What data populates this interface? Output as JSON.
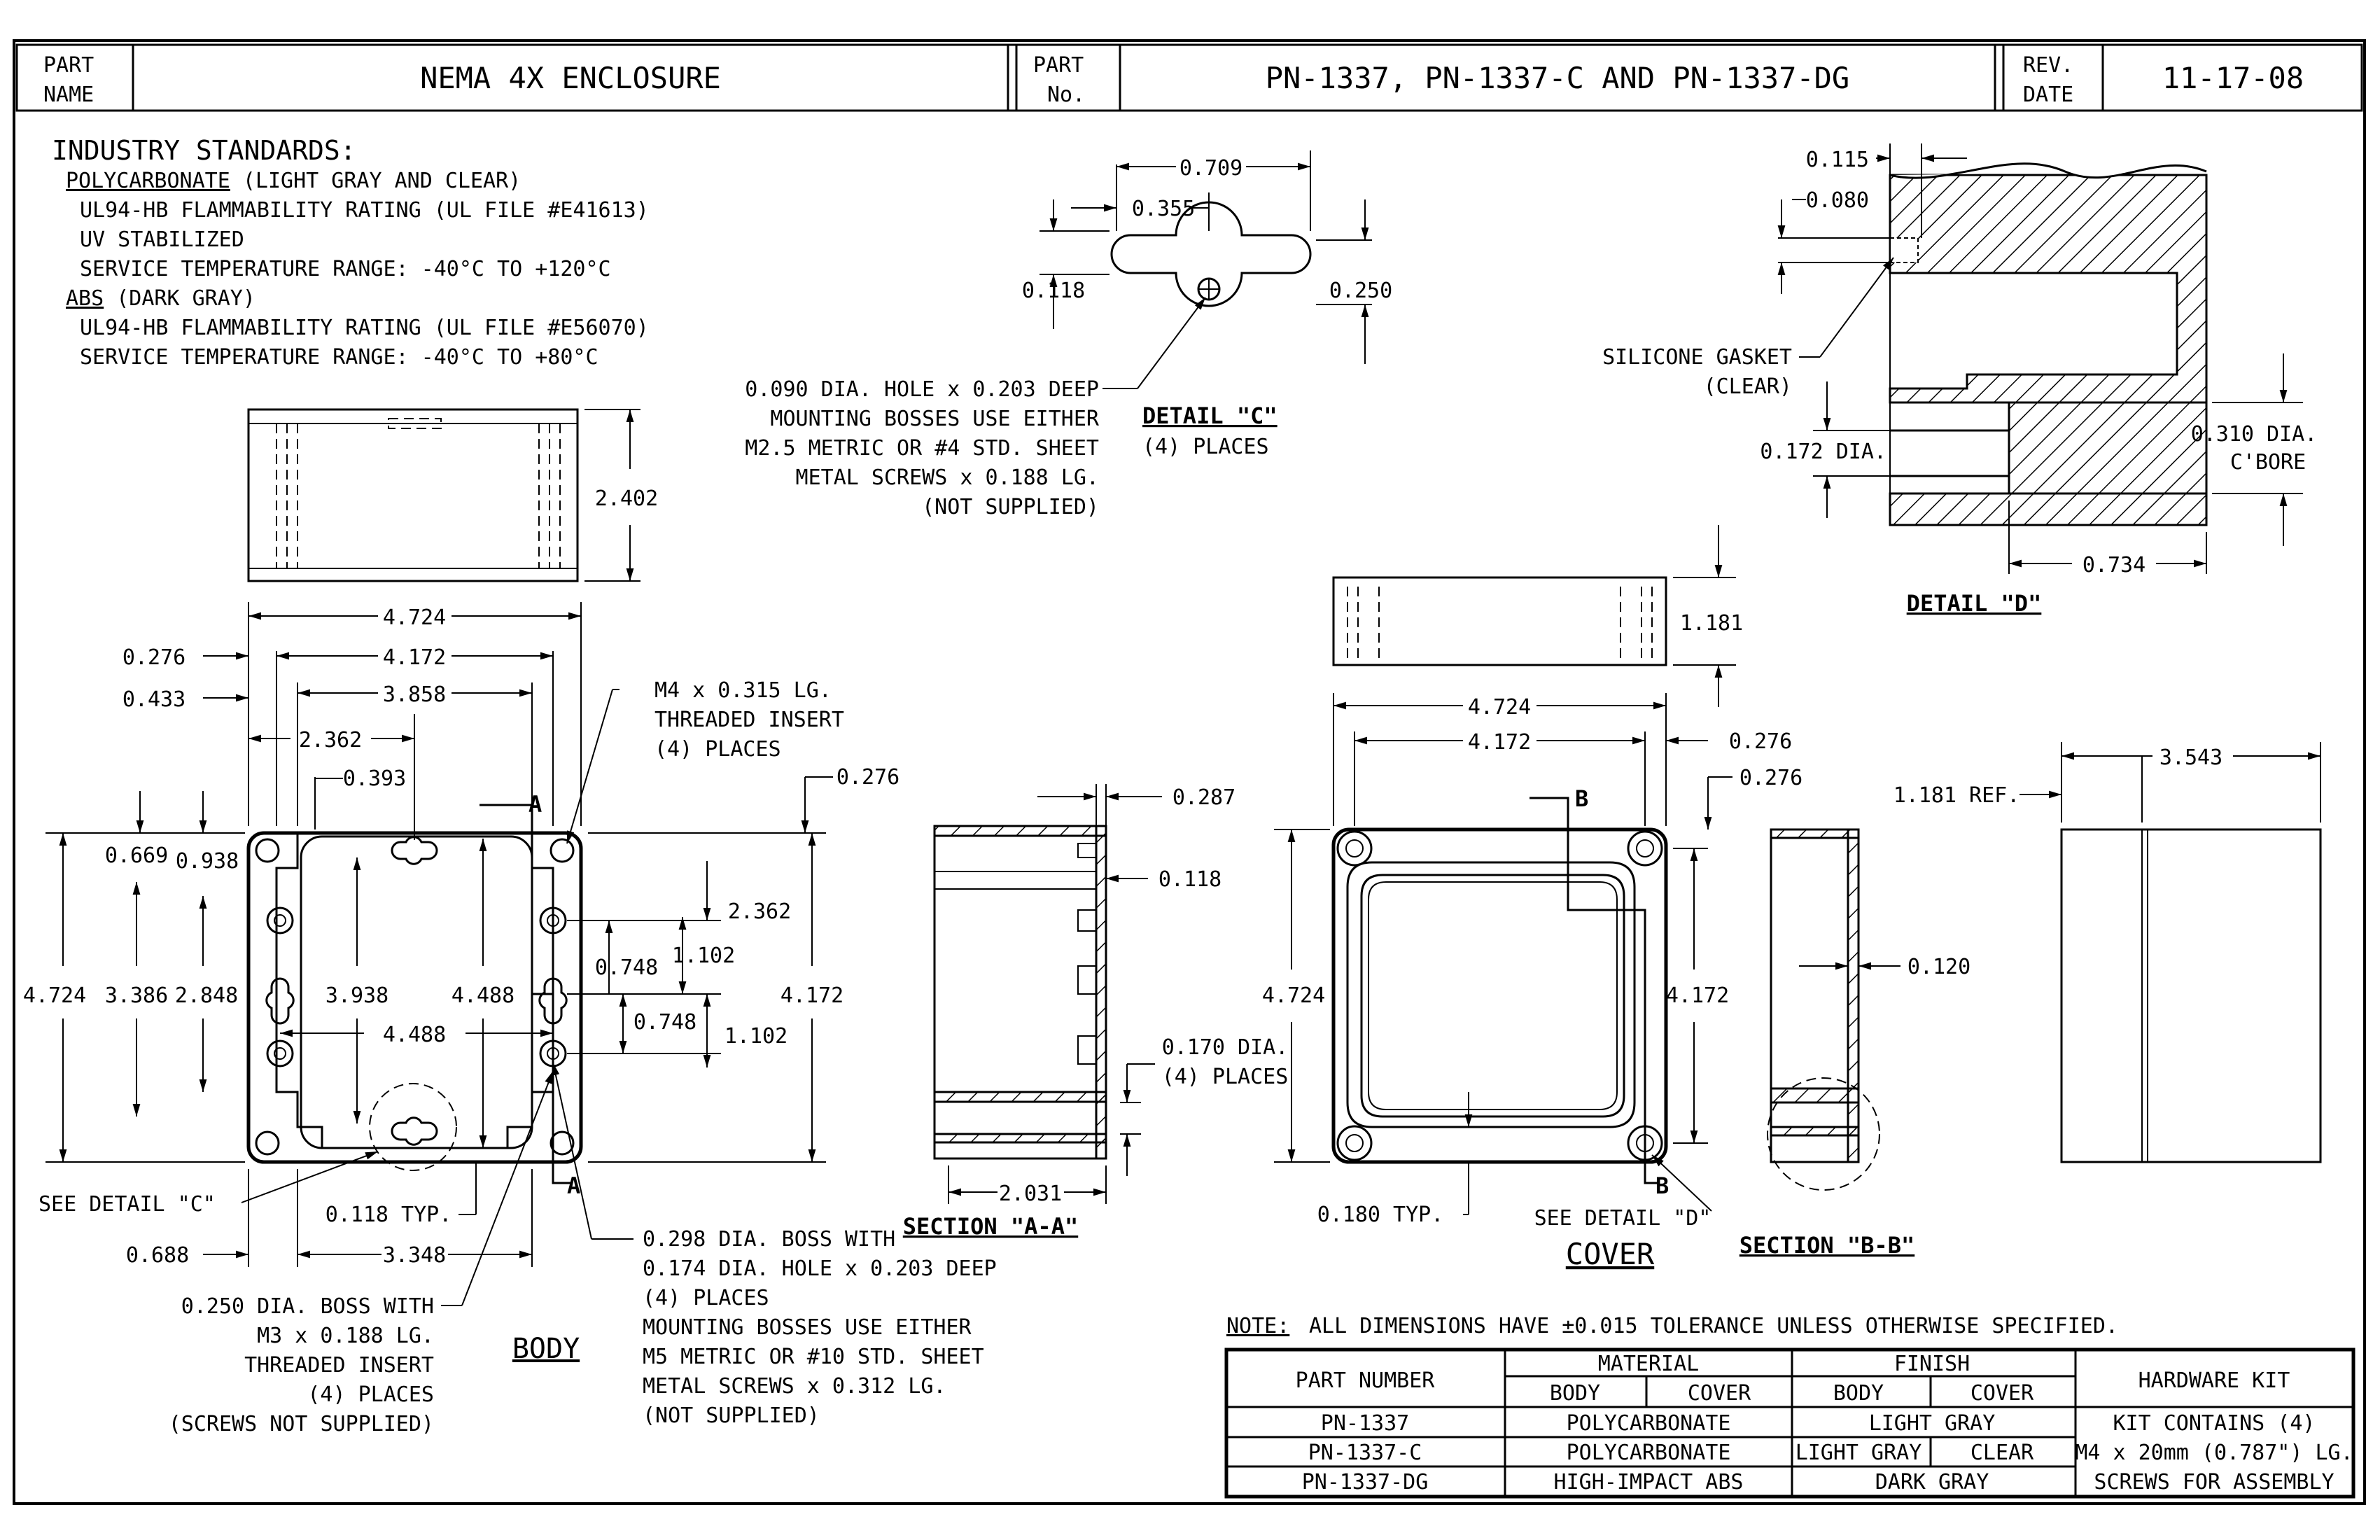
{
  "title_block": {
    "part_name_label": "PART NAME",
    "part_name_label_line1": "PART",
    "part_name_label_line2": "NAME",
    "part_name": "NEMA 4X ENCLOSURE",
    "part_no_label_line1": "PART",
    "part_no_label_line2": "No.",
    "part_no": "PN-1337, PN-1337-C AND PN-1337-DG",
    "rev_label_line1": "REV.",
    "rev_label_line2": "DATE",
    "rev_date": "11-17-08"
  },
  "standards": {
    "heading": "INDUSTRY STANDARDS:",
    "pc_title": "POLYCARBONATE",
    "pc_title_rest": " (LIGHT GRAY AND CLEAR)",
    "pc_lines": [
      "UL94-HB FLAMMABILITY RATING (UL FILE #E41613)",
      "UV STABILIZED",
      "SERVICE TEMPERATURE RANGE:  -40°C TO +120°C"
    ],
    "abs_title": "ABS",
    "abs_title_rest": " (DARK GRAY)",
    "abs_lines": [
      "UL94-HB FLAMMABILITY RATING (UL FILE #E56070)",
      "SERVICE TEMPERATURE RANGE:  -40°C TO +80°C"
    ]
  },
  "detail_c": {
    "title": "DETAIL \"C\"",
    "subtitle": "(4) PLACES",
    "dims": {
      "width": "0.709",
      "half": "0.355",
      "height": "0.118",
      "boss": "0.250"
    },
    "note": [
      "0.090 DIA. HOLE x 0.203 DEEP",
      "MOUNTING BOSSES USE EITHER",
      "M2.5 METRIC OR #4 STD. SHEET",
      "METAL SCREWS x 0.188 LG.",
      "(NOT SUPPLIED)"
    ]
  },
  "detail_d": {
    "title": "DETAIL \"D\"",
    "dims": {
      "a": "0.115",
      "b": "0.080",
      "hole": "0.172 DIA.",
      "cbore_1": "0.310 DIA.",
      "cbore_2": "C'BORE",
      "depth": "0.734"
    },
    "gasket_1": "SILICONE GASKET",
    "gasket_2": "(CLEAR)"
  },
  "body": {
    "label": "BODY",
    "height": "2.402",
    "dims": {
      "w1": "4.724",
      "w2": "4.172",
      "w3": "3.858",
      "w4": "2.362",
      "w5": "0.393",
      "l1": "0.276",
      "l2": "0.433",
      "v1": "4.724",
      "v2": "3.386",
      "v3": "2.848",
      "v4": "3.938",
      "v5": "4.488",
      "v6": "0.669",
      "v7": "0.938",
      "r1": "2.362",
      "r2": "0.748",
      "r3": "1.102",
      "r4": "0.748",
      "r5": "1.102",
      "r6": "4.172",
      "r7": "0.276",
      "mid": "4.488",
      "bot1": "0.688",
      "bot2": "3.348",
      "bot3": "0.118 TYP."
    },
    "insert_note": [
      "M4 x 0.315 LG.",
      "THREADED INSERT",
      "(4) PLACES"
    ],
    "see_detail_c": "SEE DETAIL \"C\"",
    "section_mark": "A",
    "boss_note_1": [
      "0.298 DIA. BOSS WITH",
      "0.174 DIA. HOLE x 0.203 DEEP",
      "(4) PLACES",
      "MOUNTING BOSSES USE EITHER",
      "M5 METRIC OR #10 STD. SHEET",
      "METAL SCREWS x 0.312 LG.",
      "(NOT SUPPLIED)"
    ],
    "boss_note_2": [
      "0.250 DIA. BOSS WITH",
      "M3 x 0.188 LG.",
      "THREADED INSERT",
      "(4) PLACES",
      "(SCREWS NOT SUPPLIED)"
    ]
  },
  "section_aa": {
    "title": "SECTION \"A-A\"",
    "dims": {
      "top": "0.287",
      "lip": "0.118",
      "hole_1": "0.170 DIA.",
      "hole_2": "(4) PLACES",
      "bottom": "2.031"
    }
  },
  "cover": {
    "label": "COVER",
    "height": "1.181",
    "dims": {
      "w1": "4.724",
      "w2": "4.172",
      "r1": "0.276",
      "r2": "0.276",
      "v1": "4.724",
      "v2": "4.172",
      "typ": "0.180 TYP."
    },
    "see_detail_d": "SEE DETAIL \"D\"",
    "section_mark": "B"
  },
  "section_bb": {
    "title": "SECTION \"B-B\"",
    "wall": "0.120"
  },
  "hardware_view": {
    "ref": "1.181 REF.",
    "width": "3.543"
  },
  "note": {
    "label": "NOTE:",
    "text": "ALL DIMENSIONS HAVE ±0.015 TOLERANCE UNLESS OTHERWISE SPECIFIED."
  },
  "table": {
    "headers": {
      "part_number": "PART NUMBER",
      "material": "MATERIAL",
      "finish": "FINISH",
      "hardware": "HARDWARE KIT",
      "body": "BODY",
      "cover": "COVER"
    },
    "rows": [
      {
        "part": "PN-1337",
        "material": "POLYCARBONATE",
        "finish": "LIGHT GRAY"
      },
      {
        "part": "PN-1337-C",
        "material": "POLYCARBONATE",
        "finish_body": "LIGHT GRAY",
        "finish_cover": "CLEAR"
      },
      {
        "part": "PN-1337-DG",
        "material": "HIGH-IMPACT ABS",
        "finish": "DARK GRAY"
      }
    ],
    "hardware_lines": [
      "KIT CONTAINS (4)",
      "M4 x 20mm (0.787\") LG.",
      "SCREWS FOR ASSEMBLY"
    ]
  }
}
